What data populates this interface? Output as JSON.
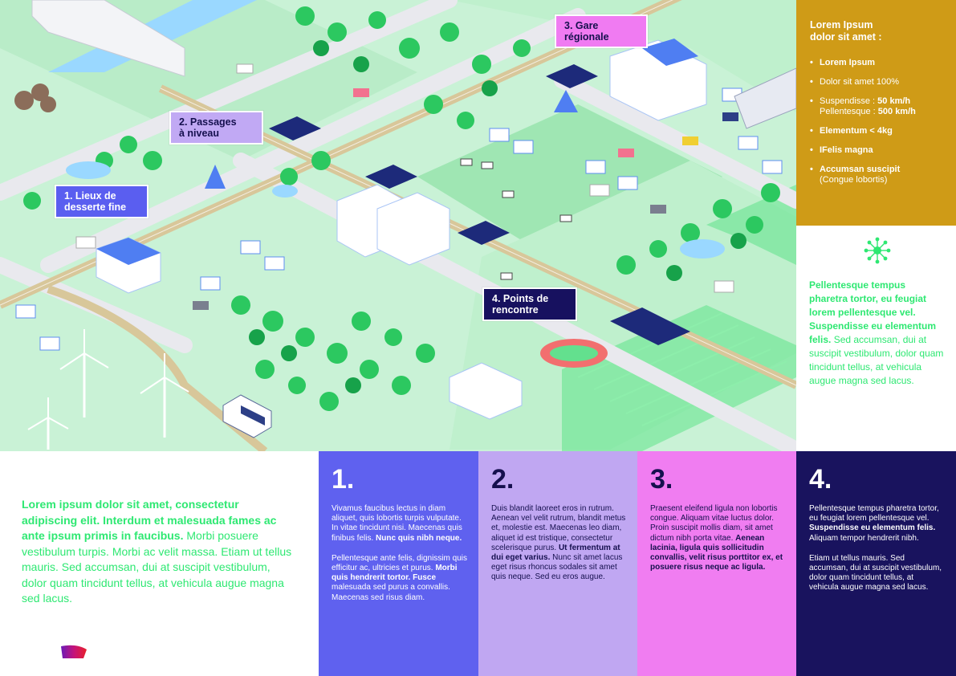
{
  "map": {
    "labels": [
      {
        "line1": "1. Lieux de",
        "line2": "desserte fine"
      },
      {
        "line1": "2. Passages",
        "line2": "à niveau"
      },
      {
        "line1": "3. Gare",
        "line2": "régionale"
      },
      {
        "line1": "4. Points de",
        "line2": "rencontre"
      }
    ]
  },
  "sidebar": {
    "title_line1": "Lorem Ipsum",
    "title_line2": "dolor sit amet :",
    "items": [
      {
        "bold": "Lorem Ipsum",
        "text": ""
      },
      {
        "bold": "",
        "text": "Dolor sit amet 100%"
      },
      {
        "prefix": "Suspendisse : ",
        "bold": "50 km/h",
        "prefix2": "Pellentesque : ",
        "bold2": "500 km/h"
      },
      {
        "bold": "Elementum < 4kg",
        "text": ""
      },
      {
        "bold": "IFelis magna",
        "text": ""
      },
      {
        "bold": "Accumsan suscipit",
        "text": "(Congue lobortis)"
      }
    ],
    "highlight_bold": "Pellentesque tempus pharetra tortor, eu feugiat lorem pellentesque vel. Suspendisse eu elementum felis.",
    "highlight_text": " Sed accumsan, dui at suscipit vestibulum, dolor quam tincidunt tellus, at vehicula augue magna sed lacus."
  },
  "intro": {
    "bold": "Lorem ipsum dolor sit amet, consectetur adipiscing elit. Interdum et malesuada fames ac ante ipsum primis in faucibus.",
    "text": " Morbi posuere vestibulum turpis. Morbi ac velit massa. Etiam ut tellus mauris. Sed accumsan, dui at suscipit vestibulum, dolor quam tincidunt tellus, at vehicula augue magna sed lacus."
  },
  "columns": [
    {
      "number": "1.",
      "p1_text": "Vivamus faucibus lectus in diam aliquet, quis lobortis turpis vulputate. In vitae tincidunt nisi. Maecenas quis finibus felis. ",
      "p1_bold": "Nunc quis nibh neque.",
      "p2_text": "Pellentesque ante felis, dignissim quis efficitur ac, ultricies et purus. ",
      "p2_bold": "Morbi quis hendrerit tortor. Fusce",
      "p2_text2": " malesuada sed purus a convallis. Maecenas sed risus diam."
    },
    {
      "number": "2.",
      "p1_text": "Duis blandit laoreet eros in rutrum. Aenean vel velit rutrum, blandit metus et, molestie est. Maecenas leo diam, aliquet id est tristique, consectetur scelerisque purus. ",
      "p1_bold": "Ut fermentum at dui eget varius.",
      "p1_text2": " Nunc sit amet lacus eget risus rhoncus sodales sit amet quis neque. Sed eu eros augue."
    },
    {
      "number": "3.",
      "p1_text": "Praesent eleifend ligula non lobortis congue. Aliquam vitae luctus dolor. Proin suscipit mollis diam, sit amet dictum nibh porta vitae. ",
      "p1_bold": "Aenean lacinia, ligula quis sollicitudin convallis, velit risus porttitor ex, et posuere risus neque ac ligula."
    },
    {
      "number": "4.",
      "p1_text": "Pellentesque tempus pharetra tortor, eu feugiat lorem pellentesque vel. ",
      "p1_bold": "Suspendisse eu elementum felis.",
      "p1_text2": " Aliquam tempor hendrerit nibh.",
      "p2_text": "Etiam ut tellus mauris. Sed accumsan, dui at suscipit vestibulum, dolor quam tincidunt tellus, at vehicula augue magna sed lacus."
    }
  ],
  "colors": {
    "gold": "#cf9b17",
    "green": "#2ee872",
    "blue": "#5f61ef",
    "lavender": "#c0a7f2",
    "pink": "#f07df1",
    "navy": "#19135e"
  }
}
